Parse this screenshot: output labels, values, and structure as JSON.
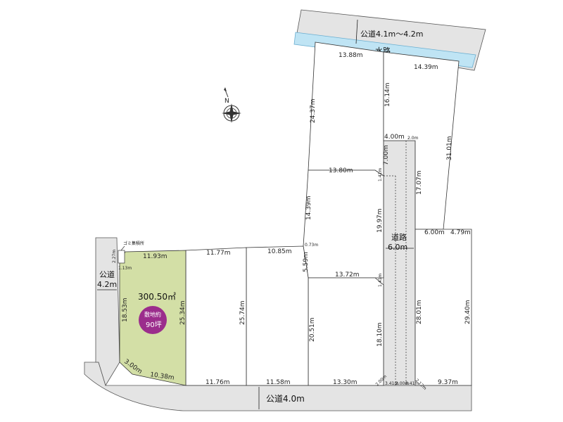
{
  "roads": {
    "north": "公道4.1m〜4.2m",
    "waterway": "水路",
    "west_line1": "公道",
    "west_line2": "4.2m",
    "south": "公道4.0m",
    "private_line1": "道路",
    "private_line2": "6.0m"
  },
  "garbage_area": "ゴミ集積所",
  "featured_lot": {
    "area": "300.50㎡",
    "badge_line1": "敷地約",
    "badge_line2": "90坪",
    "fill_color": "#d3dfa6",
    "badge_color": "#9b2d8c"
  },
  "dimensions": {
    "d_1388": "13.88m",
    "d_1439a": "14.39m",
    "d_1614": "16.14m",
    "d_2437": "24.37m",
    "d_3101": "31.01m",
    "d_400": "4.00m",
    "d_20": "2.0m",
    "d_700": "7.00m",
    "d_1380": "13.80m",
    "d_1707": "17.07m",
    "d_1439b": "14.39m",
    "d_1997": "19.97m",
    "d_600": "6.00m",
    "d_479": "4.79m",
    "d_1193": "11.93m",
    "d_1177": "11.77m",
    "d_1085": "10.85m",
    "d_073": "0.73m",
    "d_559": "5.59m",
    "d_1372": "13.72m",
    "d_2801": "28.01m",
    "d_2940": "29.40m",
    "d_1853": "18.53m",
    "d_2534": "25.34m",
    "d_2574": "25.74m",
    "d_2051": "20.51m",
    "d_1810": "18.10m",
    "d_300": "3.00m",
    "d_1038": "10.38m",
    "d_1176": "11.76m",
    "d_1158": "11.58m",
    "d_1330": "13.30m",
    "d_937": "9.37m",
    "d_227": "2.27m",
    "d_113": "1.13m",
    "d_141a": "1.41m",
    "d_141b": "1.41m",
    "d_341a": "3.41m",
    "d_200": "2.00m",
    "d_341b": "3.41m",
    "d_200a": "2.00m",
    "d_212": "2.12m"
  },
  "compass_label": "N"
}
